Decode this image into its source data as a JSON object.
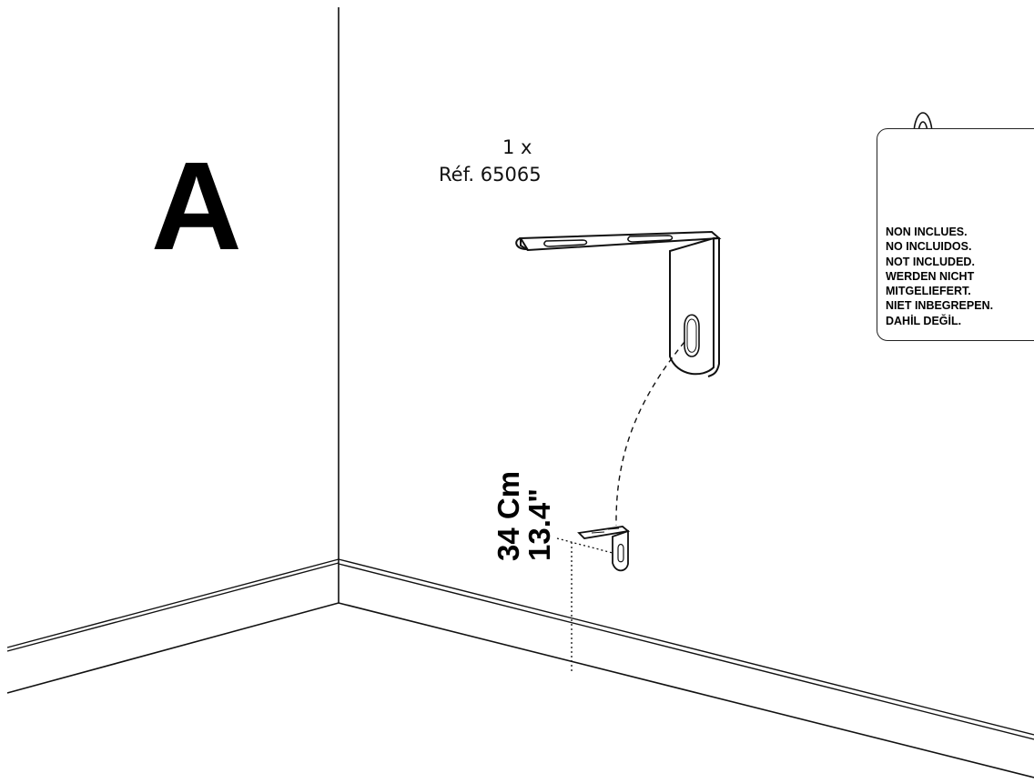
{
  "step": {
    "letter": "A"
  },
  "part": {
    "quantity": "1 x",
    "reference": "Réf. 65065"
  },
  "dimension": {
    "metric": "34 Cm",
    "imperial": "13.4\""
  },
  "notice": {
    "lines": [
      "NON INCLUES.",
      "NO INCLUIDOS.",
      "NOT INCLUDED.",
      "WERDEN NICHT",
      "MITGELIEFERT.",
      "NIET INBEGREPEN.",
      "DAHİL DEĞİL."
    ],
    "icons": [
      "wall-plug-icon",
      "screw-icon"
    ]
  }
}
